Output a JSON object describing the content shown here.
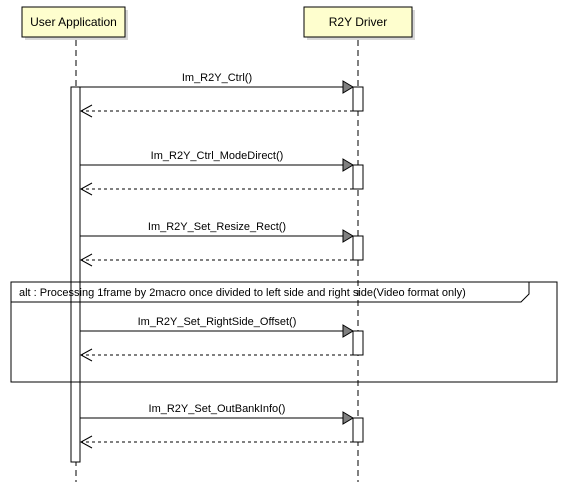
{
  "participants": [
    {
      "id": "user",
      "label": "User Application"
    },
    {
      "id": "driver",
      "label": "R2Y Driver"
    }
  ],
  "messages": [
    {
      "label": "Im_R2Y_Ctrl()"
    },
    {
      "label": "Im_R2Y_Ctrl_ModeDirect()"
    },
    {
      "label": "Im_R2Y_Set_Resize_Rect()"
    },
    {
      "label": "Im_R2Y_Set_RightSide_Offset()"
    },
    {
      "label": "Im_R2Y_Set_OutBankInfo()"
    }
  ],
  "alt_frame": {
    "label": "alt : Processing 1frame by 2macro once divided to left side and right side(Video format only)"
  },
  "colors": {
    "participant_fill": "#fefece",
    "arrowhead_fill": "#808080",
    "line": "#000000"
  }
}
